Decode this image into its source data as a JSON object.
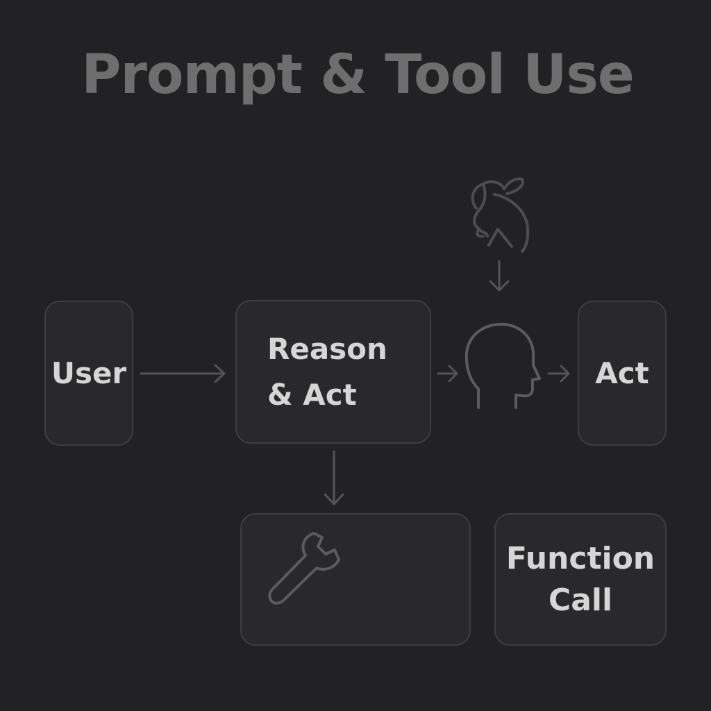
{
  "title": "Prompt & Tool Use",
  "nodes": {
    "user": {
      "label": "User"
    },
    "reason": {
      "line1": "Reason",
      "line2": "& Act"
    },
    "act": {
      "label": "Act"
    },
    "tool": {
      "icon": "wrench-icon"
    },
    "function_call": {
      "line1": "Function",
      "line2": "Call"
    }
  },
  "icons": {
    "thinker": "thinker-figure-icon",
    "head": "head-profile-icon",
    "wrench": "wrench-icon"
  },
  "colors": {
    "background": "#222224",
    "box_fill": "#29292b",
    "box_border": "#3f3f42",
    "title": "#6e6e6e",
    "label": "#d6d6d6",
    "connector": "#555558"
  }
}
